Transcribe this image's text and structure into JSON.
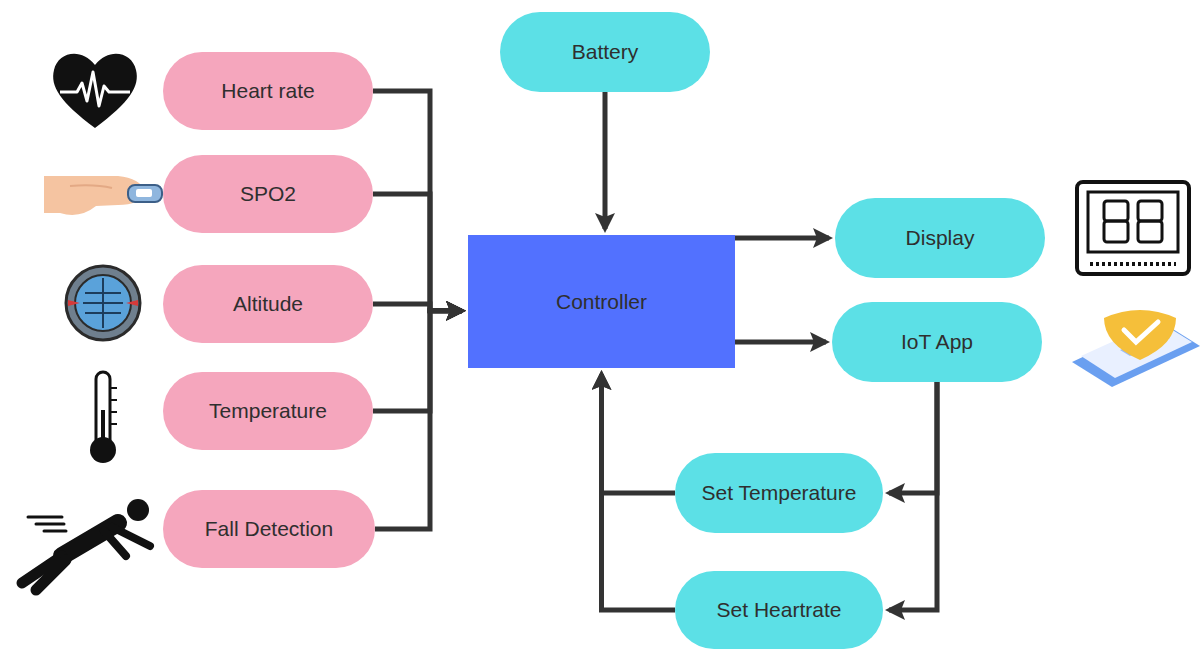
{
  "diagram": {
    "nodes": [
      {
        "text": [
          "Heart rate"
        ]
      },
      {
        "text": [
          "SPO2"
        ]
      },
      {
        "text": [
          "Altitude"
        ]
      },
      {
        "text": [
          "Temperature"
        ]
      },
      {
        "text": [
          "Fall Detection"
        ]
      },
      {
        "text": [
          "Battery"
        ]
      },
      {
        "text": [
          "Controller"
        ]
      },
      {
        "text": [
          "Display"
        ]
      },
      {
        "text": [
          "IoT App"
        ]
      },
      {
        "text": [
          "Set Temperature"
        ]
      },
      {
        "text": [
          "Set Heartrate"
        ]
      }
    ],
    "edges": [
      {
        "from": 0,
        "to": 6,
        "arrow": "to"
      },
      {
        "from": 1,
        "to": 6,
        "arrow": "to"
      },
      {
        "from": 2,
        "to": 6,
        "arrow": "to"
      },
      {
        "from": 3,
        "to": 6,
        "arrow": "to"
      },
      {
        "from": 4,
        "to": 6,
        "arrow": "to"
      },
      {
        "from": 5,
        "to": 6,
        "arrow": "to"
      },
      {
        "from": 6,
        "to": 7,
        "arrow": "to"
      },
      {
        "from": 6,
        "to": 8,
        "arrow": "to"
      },
      {
        "from": 8,
        "to": 9,
        "arrow": "to"
      },
      {
        "from": 8,
        "to": 10,
        "arrow": "to"
      },
      {
        "from": 9,
        "to": 6,
        "arrow": "to"
      },
      {
        "from": 10,
        "to": 6,
        "arrow": "to"
      }
    ]
  }
}
